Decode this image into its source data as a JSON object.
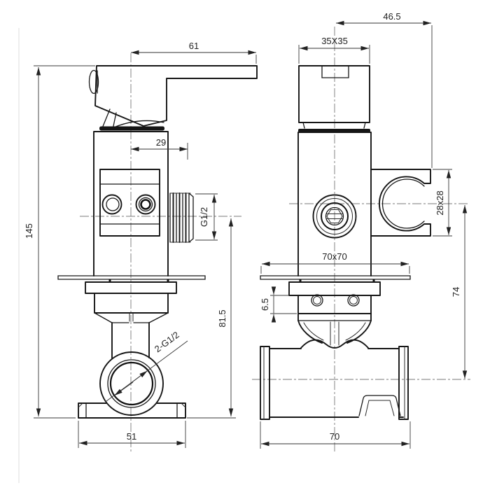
{
  "drawing": {
    "kind": "technical-dimension-drawing",
    "dims": {
      "front": {
        "overall_height": "145",
        "handle_length": "61",
        "outlet_offset": "29",
        "outlet_thread": "G1/2",
        "center_to_base": "81.5",
        "inlet_thread": "2-G1/2",
        "base_width": "51"
      },
      "side": {
        "center_to_holder": "46.5",
        "knob_size": "35X35",
        "holder_size": "28x28",
        "plate_size": "70x70",
        "flange_step": "6.5",
        "center_to_pipe": "74",
        "pipe_length": "70"
      }
    }
  }
}
